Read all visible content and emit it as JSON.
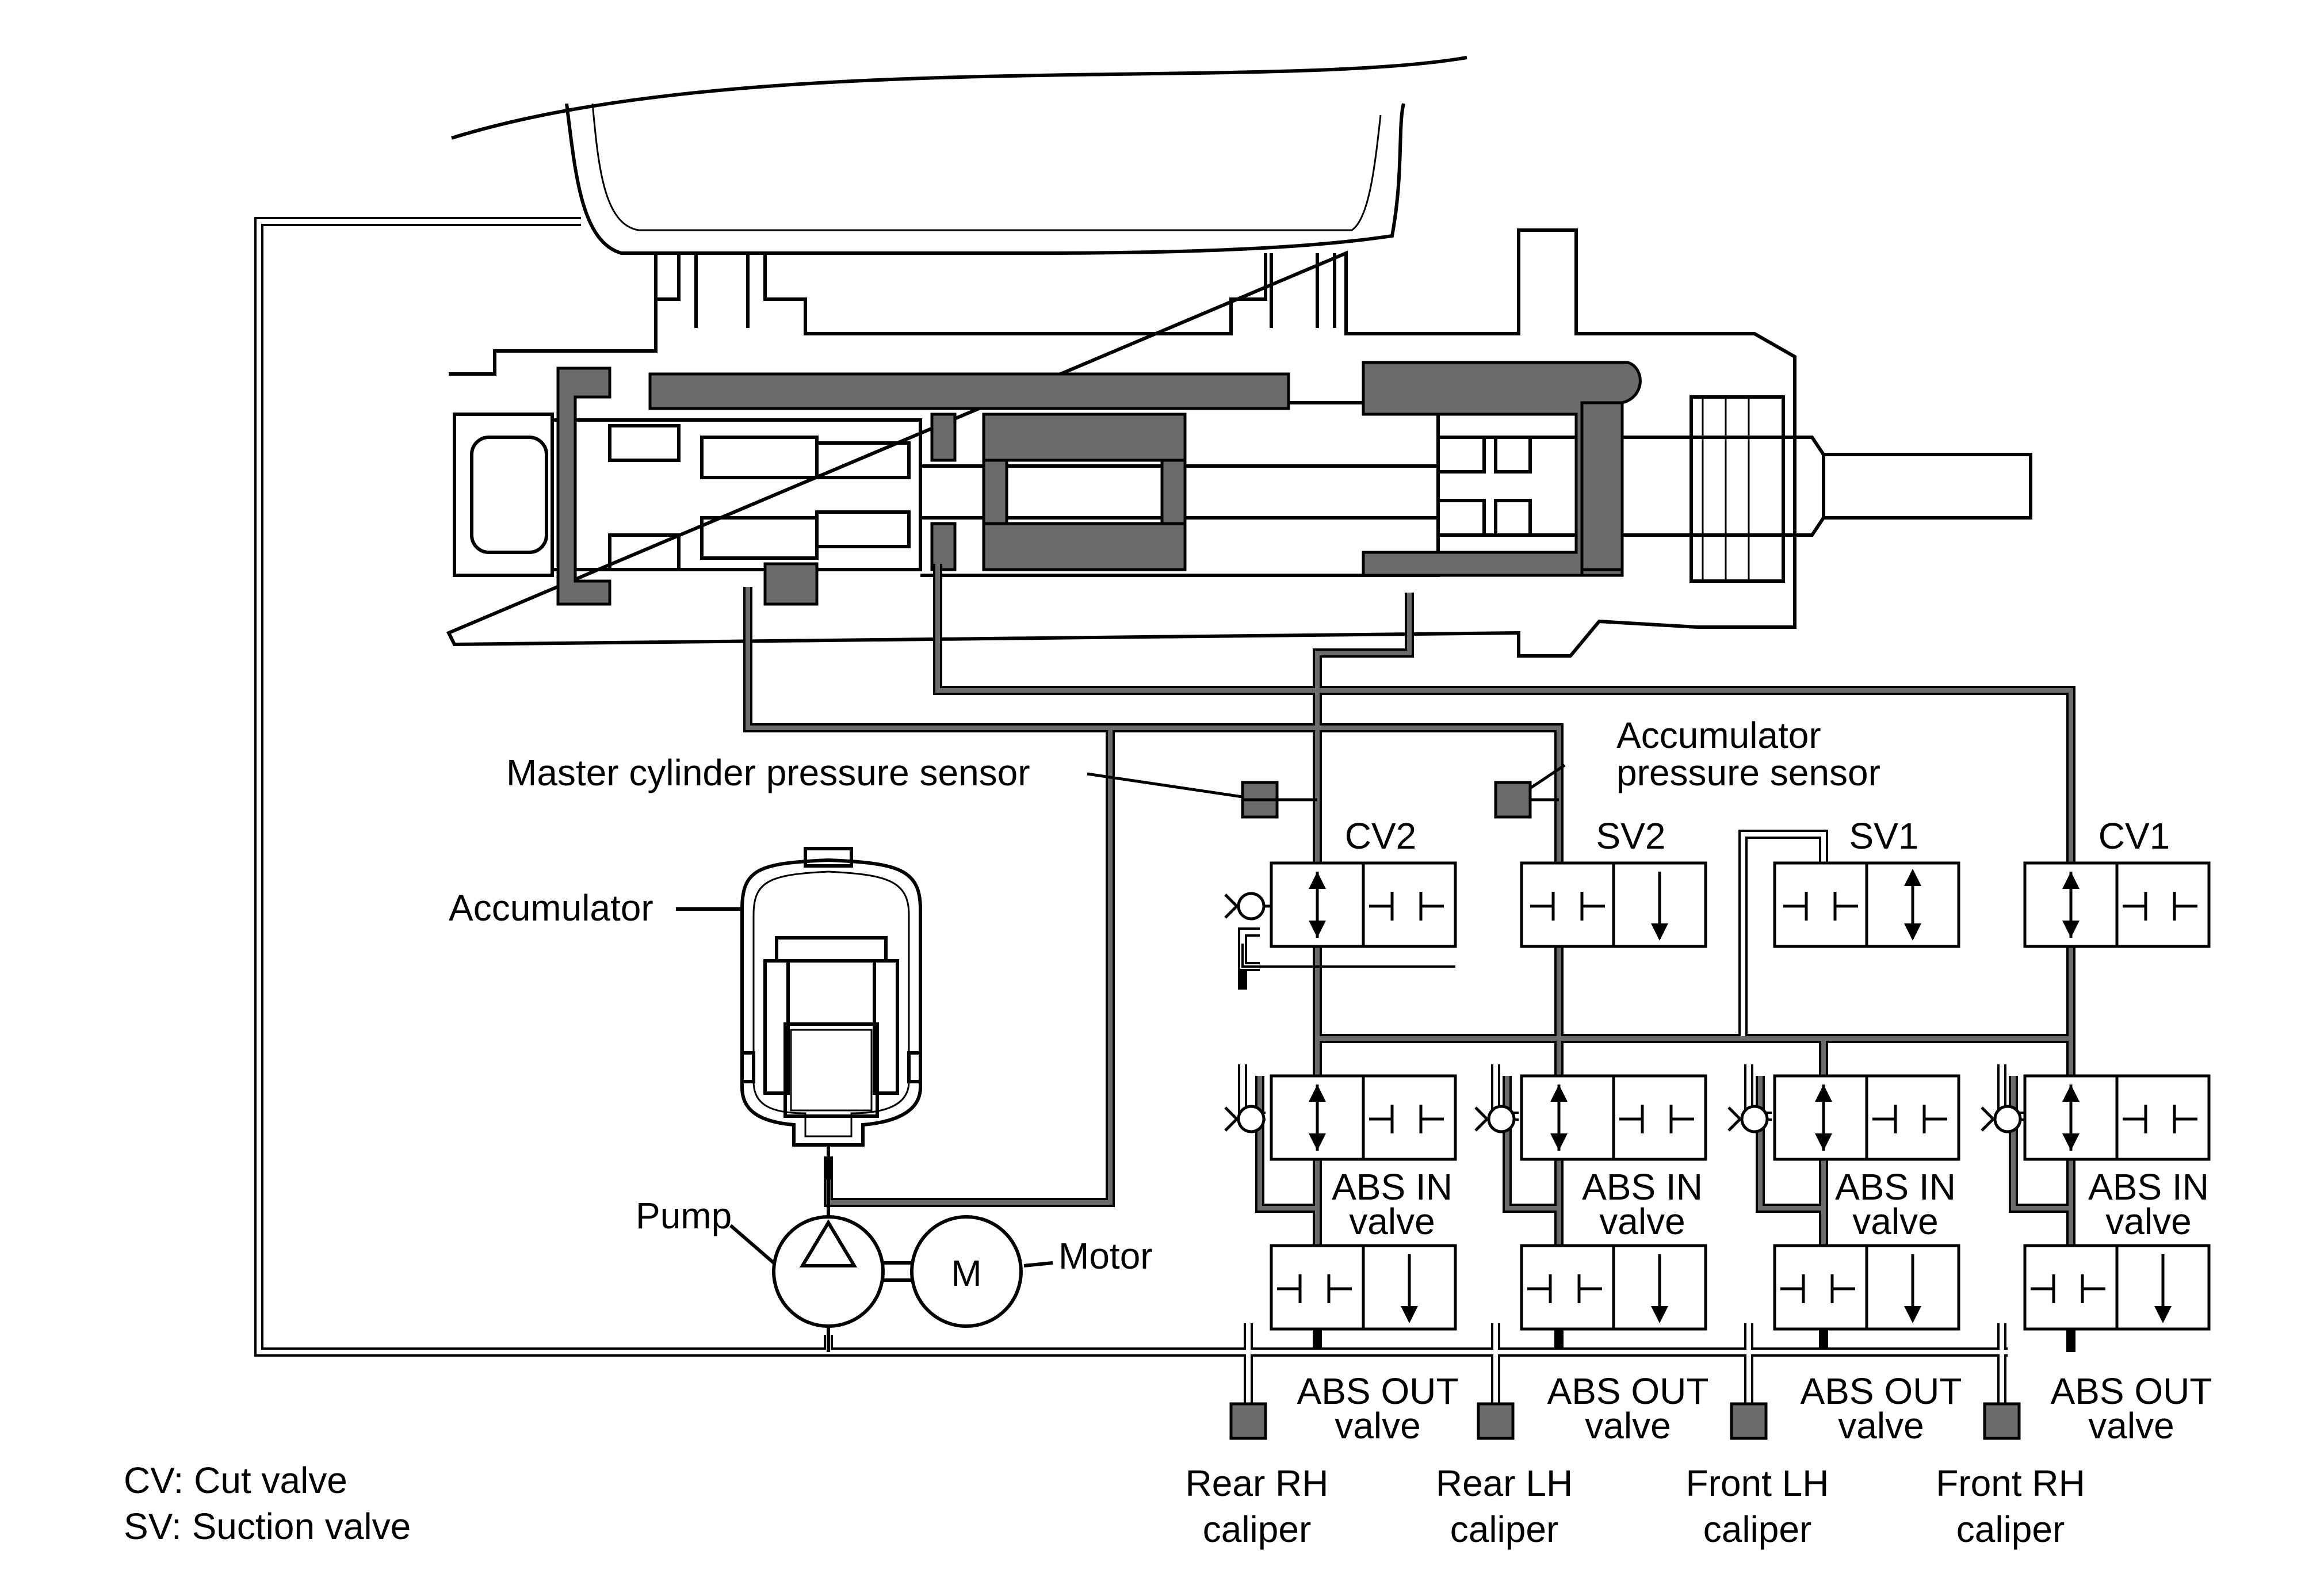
{
  "labels": {
    "master_cylinder_pressure_sensor": "Master cylinder pressure sensor",
    "accumulator_pressure_sensor_line1": "Accumulator",
    "accumulator_pressure_sensor_line2": "pressure sensor",
    "accumulator": "Accumulator",
    "pump": "Pump",
    "motor": "Motor",
    "motor_symbol": "M"
  },
  "valves": {
    "cv2": "CV2",
    "sv2": "SV2",
    "sv1": "SV1",
    "cv1": "CV1",
    "abs_in_line1": "ABS IN",
    "abs_in_line2": "valve",
    "abs_out_line1": "ABS OUT",
    "abs_out_line2": "valve"
  },
  "calipers": [
    {
      "line1": "Rear RH",
      "line2": "caliper"
    },
    {
      "line1": "Rear LH",
      "line2": "caliper"
    },
    {
      "line1": "Front LH",
      "line2": "caliper"
    },
    {
      "line1": "Front RH",
      "line2": "caliper"
    }
  ],
  "legend": {
    "cv": "CV: Cut valve",
    "sv": "SV: Suction valve"
  },
  "colors": {
    "line": "#000000",
    "fill_dark": "#6b6b6b",
    "background": "#ffffff"
  }
}
